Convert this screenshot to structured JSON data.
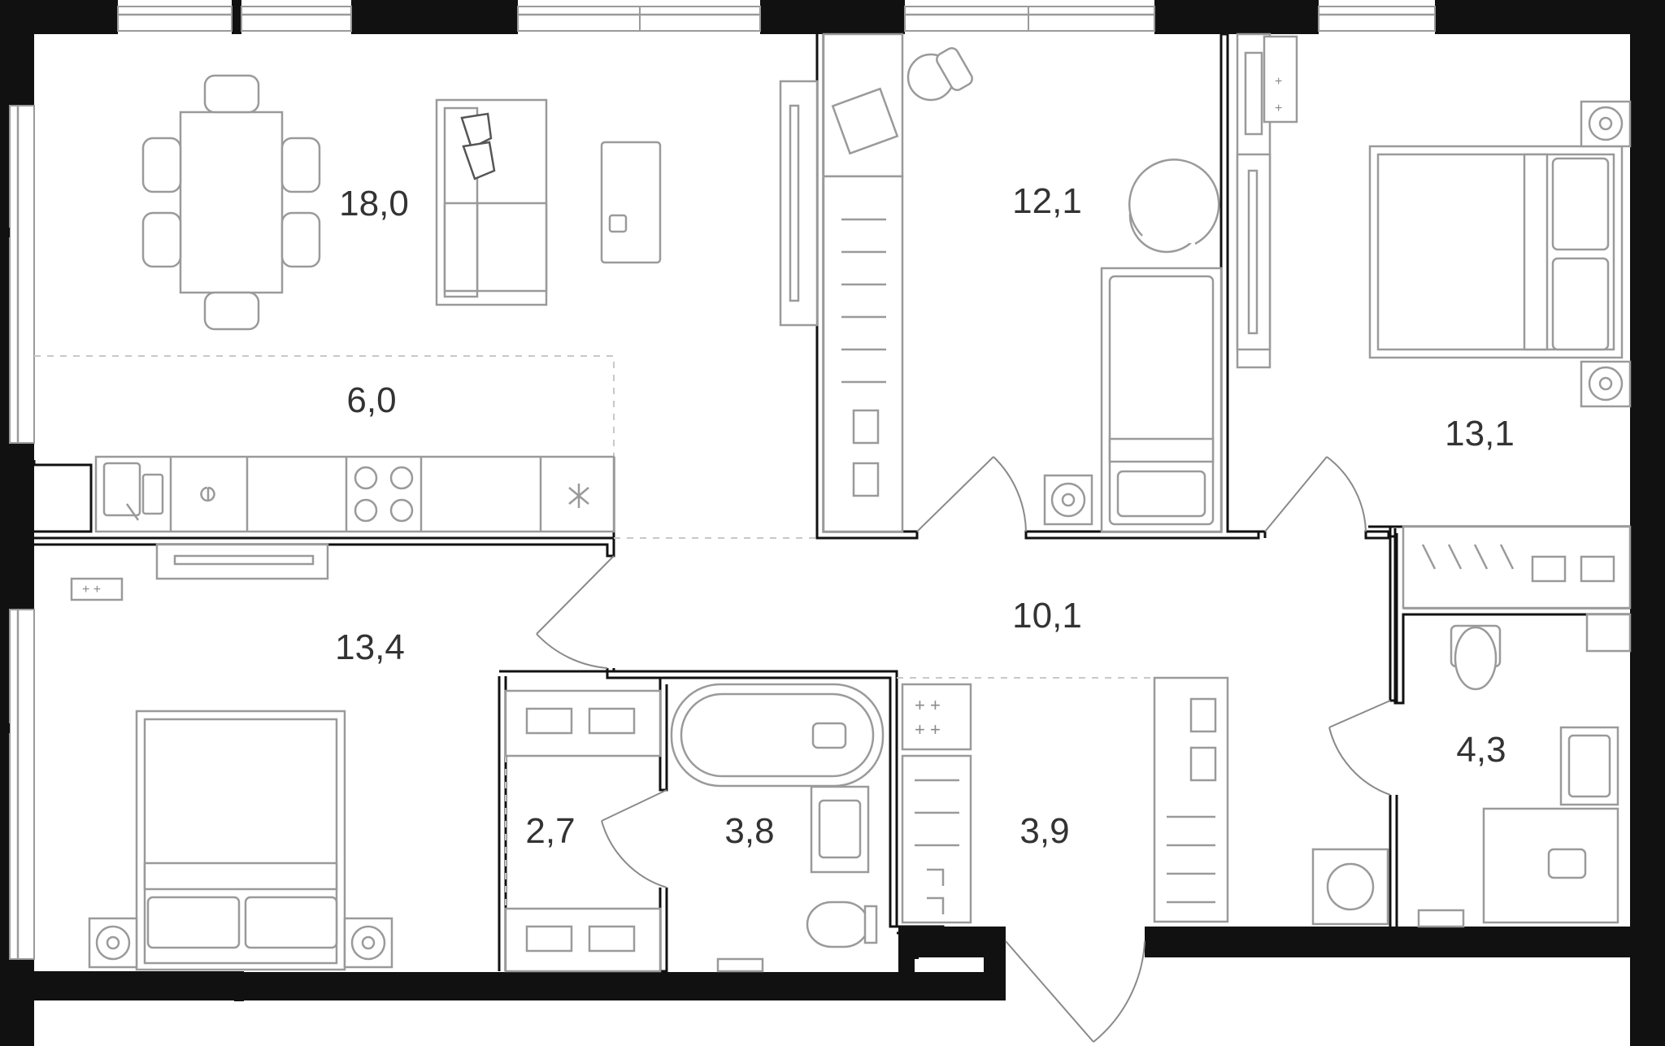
{
  "rooms": [
    {
      "id": "living",
      "area": "18,0"
    },
    {
      "id": "kitchen",
      "area": "6,0"
    },
    {
      "id": "bedroom-left",
      "area": "13,4"
    },
    {
      "id": "study",
      "area": "12,1"
    },
    {
      "id": "bedroom-right",
      "area": "13,1"
    },
    {
      "id": "hall",
      "area": "10,1"
    },
    {
      "id": "closet-small",
      "area": "2,7"
    },
    {
      "id": "bathroom",
      "area": "3,8"
    },
    {
      "id": "wardrobe",
      "area": "3,9"
    },
    {
      "id": "bathroom-right",
      "area": "4,3"
    }
  ],
  "colors": {
    "wall": "#111111",
    "furniture_stroke": "#9a9a9a",
    "label": "#333333"
  }
}
